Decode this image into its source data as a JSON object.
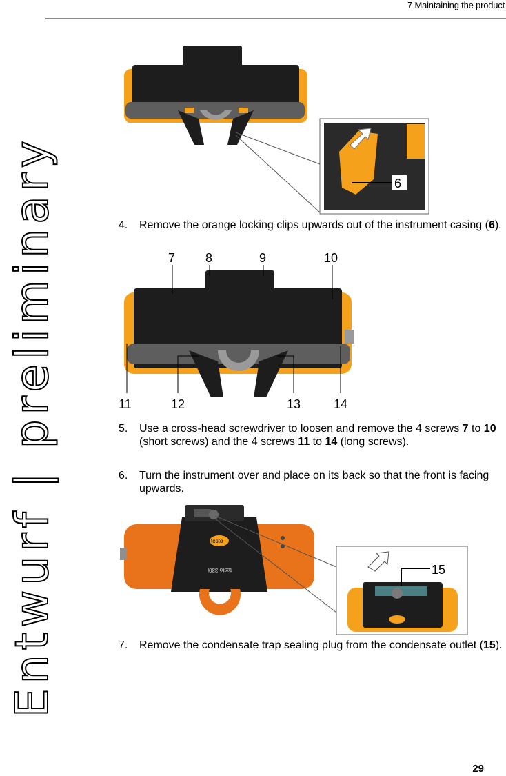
{
  "header": {
    "chapter_title": "7 Maintaining the product"
  },
  "watermark": {
    "text": "Entwurf | preliminary"
  },
  "steps": [
    {
      "number": "4.",
      "text_a": "Remove the orange locking clips upwards out of the instrument casing (",
      "bold_a": "6",
      "text_b": ")."
    },
    {
      "number": "5.",
      "text_a": "Use a cross-head screwdriver to loosen and remove the 4 screws ",
      "bold_a": "7",
      "text_b": " to ",
      "bold_b": "10",
      "text_c": " (short screws) and the 4 screws ",
      "bold_c": "11",
      "text_d": " to ",
      "bold_d": "14",
      "text_e": " (long screws)."
    },
    {
      "number": "6.",
      "text_a": "Turn the instrument over and place on its back so that the front is facing upwards."
    },
    {
      "number": "7.",
      "text_a": "Remove the condensate trap sealing plug from the condensate outlet (",
      "bold_a": "15",
      "text_b": ")."
    }
  ],
  "figure1": {
    "callout": "6"
  },
  "figure2": {
    "callouts": [
      "7",
      "8",
      "9",
      "10",
      "11",
      "12",
      "13",
      "14"
    ]
  },
  "figure3": {
    "callout": "15",
    "device_label": "testo 330i",
    "brand": "testo"
  },
  "footer": {
    "page_number": "29"
  },
  "colors": {
    "orange": "#f5a11c",
    "orange_dark": "#d97d0a",
    "front_orange": "#e8731a",
    "black": "#1d1d1d",
    "grey": "#8f8f8f"
  }
}
